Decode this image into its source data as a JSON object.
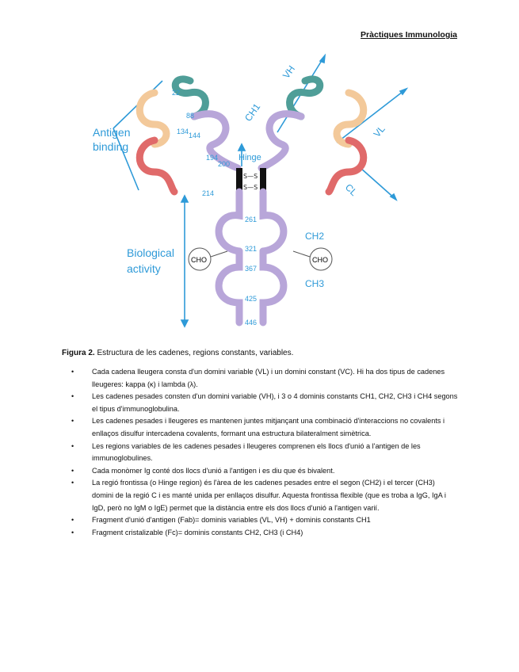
{
  "header": {
    "title": "Pràctiques Immunologia"
  },
  "figure": {
    "labels": {
      "antigen_binding_1": "Antigen",
      "antigen_binding_2": "binding",
      "biological_1": "Biological",
      "biological_2": "activity",
      "hinge": "Hinge",
      "vh": "VH",
      "ch1": "CH1",
      "vl": "VL",
      "cl": "CL",
      "ch2": "CH2",
      "ch3": "CH3",
      "cho_left": "CHO",
      "cho_right": "CHO"
    },
    "numbers": [
      "22",
      "88",
      "134",
      "144",
      "194",
      "200",
      "214",
      "261",
      "321",
      "367",
      "425",
      "446"
    ],
    "colors": {
      "heavy_chain": "#b8a6d9",
      "variable_light": "#f3c99a",
      "constant_light": "#e06a6a",
      "variable_heavy": "#4f9e98",
      "arrow": "#2e9ad8"
    }
  },
  "caption": {
    "prefix": "Figura 2.",
    "text": " Estructura de les cadenes, regions constants, variables."
  },
  "bullets": [
    "Cada cadena lleugera consta d'un domini variable (VL) i un domini constant (VC). Hi ha dos tipus de cadenes lleugeres: kappa (κ) i lambda (λ).",
    "Les cadenes pesades consten d'un domini variable (VH), i 3 o 4 dominis constants CH1, CH2, CH3 i CH4 segons el tipus d'immunoglobulina.",
    "Les cadenes pesades i lleugeres es mantenen juntes mitjançant una combinació d'interaccions no covalents i enllaços disulfur intercadena covalents, formant una estructura bilateralment simètrica.",
    "Les regions variables de les cadenes pesades i lleugeres comprenen els llocs d'unió a l'antigen de les immunoglobulines.",
    "Cada monòmer Ig conté dos llocs d'unió a l'antigen i es diu que és bivalent.",
    "La regió frontissa (o Hinge region) és l'àrea de les cadenes pesades entre el segon (CH2) i el tercer (CH3) domini de la regió C i es manté unida per enllaços disulfur. Aquesta frontissa flexible (que es troba a IgG, IgA i IgD, però no IgM o IgE) permet que la distància entre els dos llocs d'unió a l'antigen varií.",
    "Fragment d'unió d'antigen (Fab)= dominis variables (VL, VH) + dominis constants CH1",
    "Fragment cristalizable (Fc)= dominis constants CH2, CH3 (i CH4)"
  ],
  "bullet_symbol": "•"
}
